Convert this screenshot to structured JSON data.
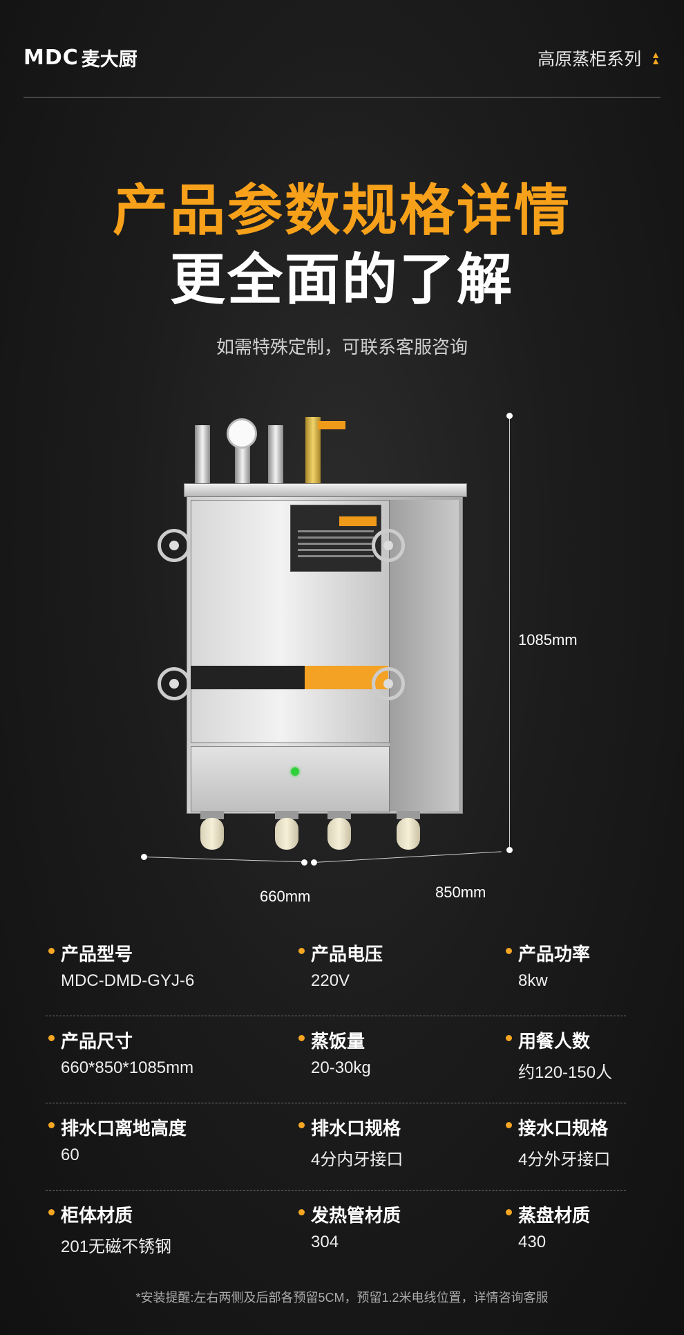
{
  "header": {
    "logo_latin": "MDC",
    "logo_cn": "麦大厨",
    "series": "高原蒸柜系列"
  },
  "hero": {
    "title": "产品参数规格详情",
    "subtitle": "更全面的了解",
    "note": "如需特殊定制，可联系客服咨询"
  },
  "dimensions": {
    "height": "1085mm",
    "width": "660mm",
    "depth": "850mm"
  },
  "specs": [
    [
      {
        "label": "产品型号",
        "value": "MDC-DMD-GYJ-6"
      },
      {
        "label": "产品电压",
        "value": "220V"
      },
      {
        "label": "产品功率",
        "value": "8kw"
      }
    ],
    [
      {
        "label": "产品尺寸",
        "value": "660*850*1085mm"
      },
      {
        "label": "蒸饭量",
        "value": "20-30kg"
      },
      {
        "label": "用餐人数",
        "value": "约120-150人"
      }
    ],
    [
      {
        "label": "排水口离地高度",
        "value": "60"
      },
      {
        "label": "排水口规格",
        "value": "4分内牙接口"
      },
      {
        "label": "接水口规格",
        "value": "4分外牙接口"
      }
    ],
    [
      {
        "label": "柜体材质",
        "value": "201无磁不锈钢"
      },
      {
        "label": "发热管材质",
        "value": "304"
      },
      {
        "label": "蒸盘材质",
        "value": "430"
      }
    ]
  ],
  "footer_note": "*安装提醒:左右两侧及后部各预留5CM，预留1.2米电线位置，详情咨询客服",
  "colors": {
    "accent": "#f7a11a",
    "background": "#1c1c1c"
  }
}
